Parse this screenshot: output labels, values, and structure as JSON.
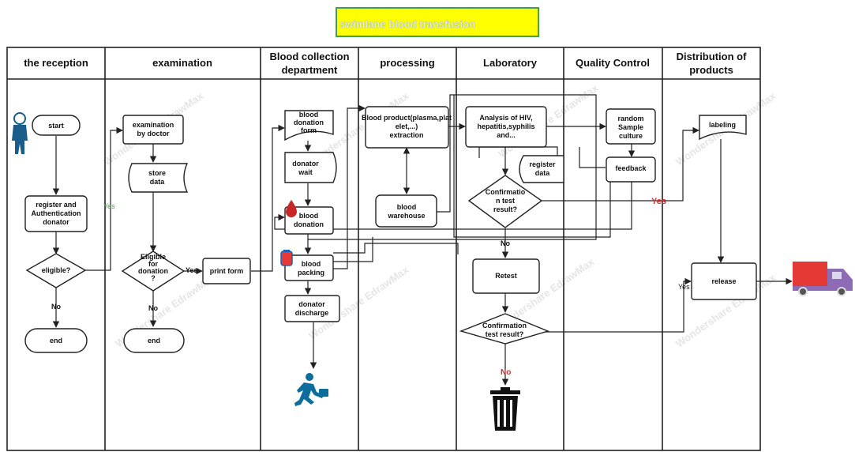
{
  "title": "swimlane blood transfusion",
  "lanes": [
    "the reception",
    "examination",
    "Blood collection department",
    "processing",
    "Laboratory",
    "Quality Control",
    "Distribution of products"
  ],
  "nodes": {
    "start": "start",
    "register": "register and Authentication donator",
    "eligible": "eligible?",
    "end_reception": "end",
    "exam_doctor": "examination by doctor",
    "store_data": "store data",
    "eligible_donation": "Eligible for donation ?",
    "print_form": "print form",
    "end_exam": "end",
    "donation_form": "blood donation form",
    "donator_wait": "donator wait",
    "blood_donation": "blood donation",
    "blood_packing": "blood packing",
    "donator_discharge": "donator discharge",
    "blood_product": "Blood product(plasma,plat elet,...) extraction",
    "blood_warehouse": "blood warehouse",
    "analysis": "Analysis of HIV, hepatitis,syphilis and...",
    "register_data": "register data",
    "confirmation1": "Confirmatio n test result?",
    "retest": "Retest",
    "confirmation2": "Confirmation test result?",
    "random_sample": "random Sample culture",
    "feedback": "feedback",
    "labeling": "labeling",
    "release": "release"
  },
  "edge_labels": {
    "yes_reception": "Yes",
    "no_reception": "No",
    "yes_exam": "Yes",
    "no_exam": "No",
    "yes_lab": "Yes",
    "no_lab1": "No",
    "no_lab2": "No",
    "yes_release": "Yes"
  },
  "watermark": "Wondershare EdrawMax",
  "colors": {
    "yes_green": "#43a047",
    "yes_red": "#d32f2f",
    "no_red": "#d32f2f",
    "title_bg": "#ffff00",
    "title_border": "#43a047",
    "person": "#1a5c8a",
    "truck_body": "#8e6bb5",
    "truck_box": "#e53935"
  }
}
